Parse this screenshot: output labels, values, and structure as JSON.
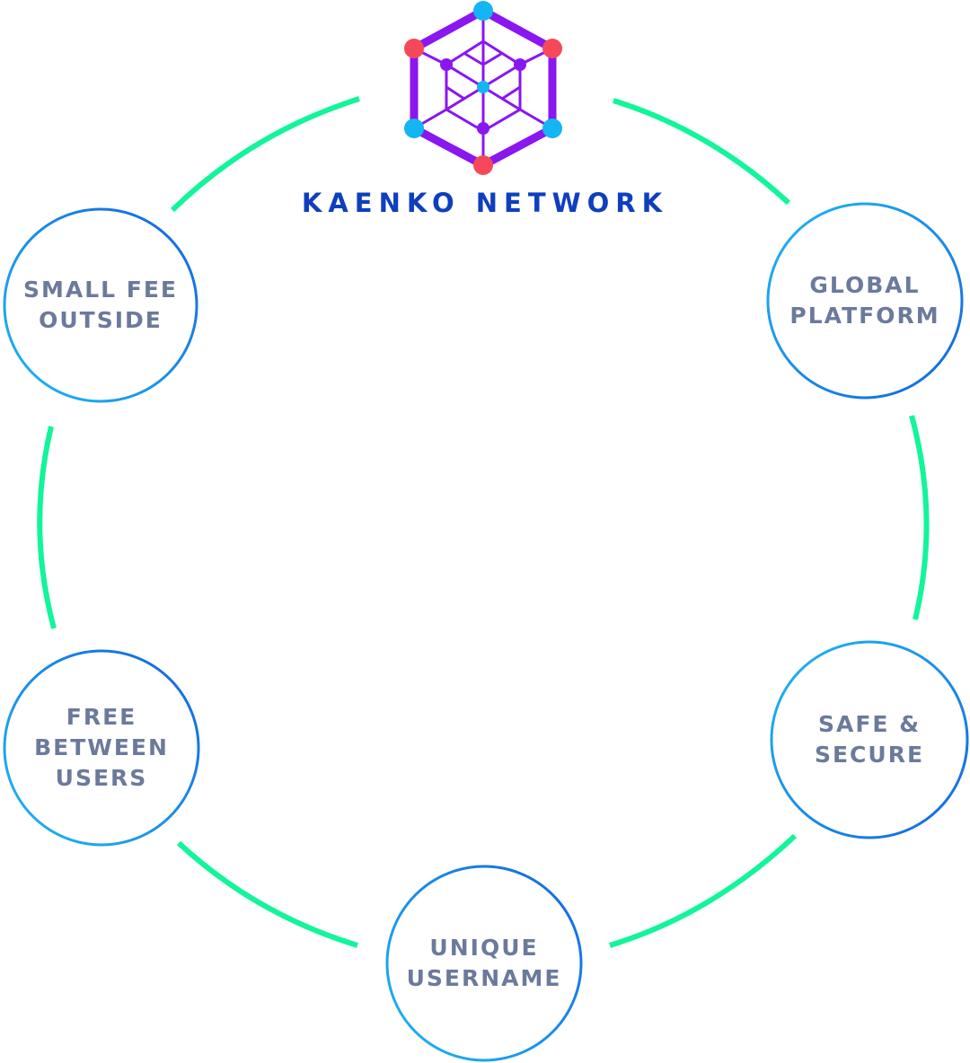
{
  "brand": {
    "name": "KAENKO NETWORK",
    "logo_icon": "hexagon-network-cube-logo"
  },
  "nodes": [
    {
      "id": "small-fee",
      "label": "SMALL FEE\nOUTSIDE"
    },
    {
      "id": "global",
      "label": "GLOBAL\nPLATFORM"
    },
    {
      "id": "free",
      "label": "FREE\nBETWEEN\nUSERS"
    },
    {
      "id": "safe",
      "label": "SAFE &\nSECURE"
    },
    {
      "id": "unique",
      "label": "UNIQUE\nUSERNAME"
    }
  ],
  "colors": {
    "ring_arc": "#12f59a",
    "circle_gradient_start": "#1fb8f2",
    "circle_gradient_end": "#1464e0",
    "label_text": "#6b7a9c",
    "brand_text": "#0e3fbf",
    "logo_purple": "#8a16f0",
    "logo_red": "#f5495a",
    "logo_cyan": "#13b5f2"
  }
}
